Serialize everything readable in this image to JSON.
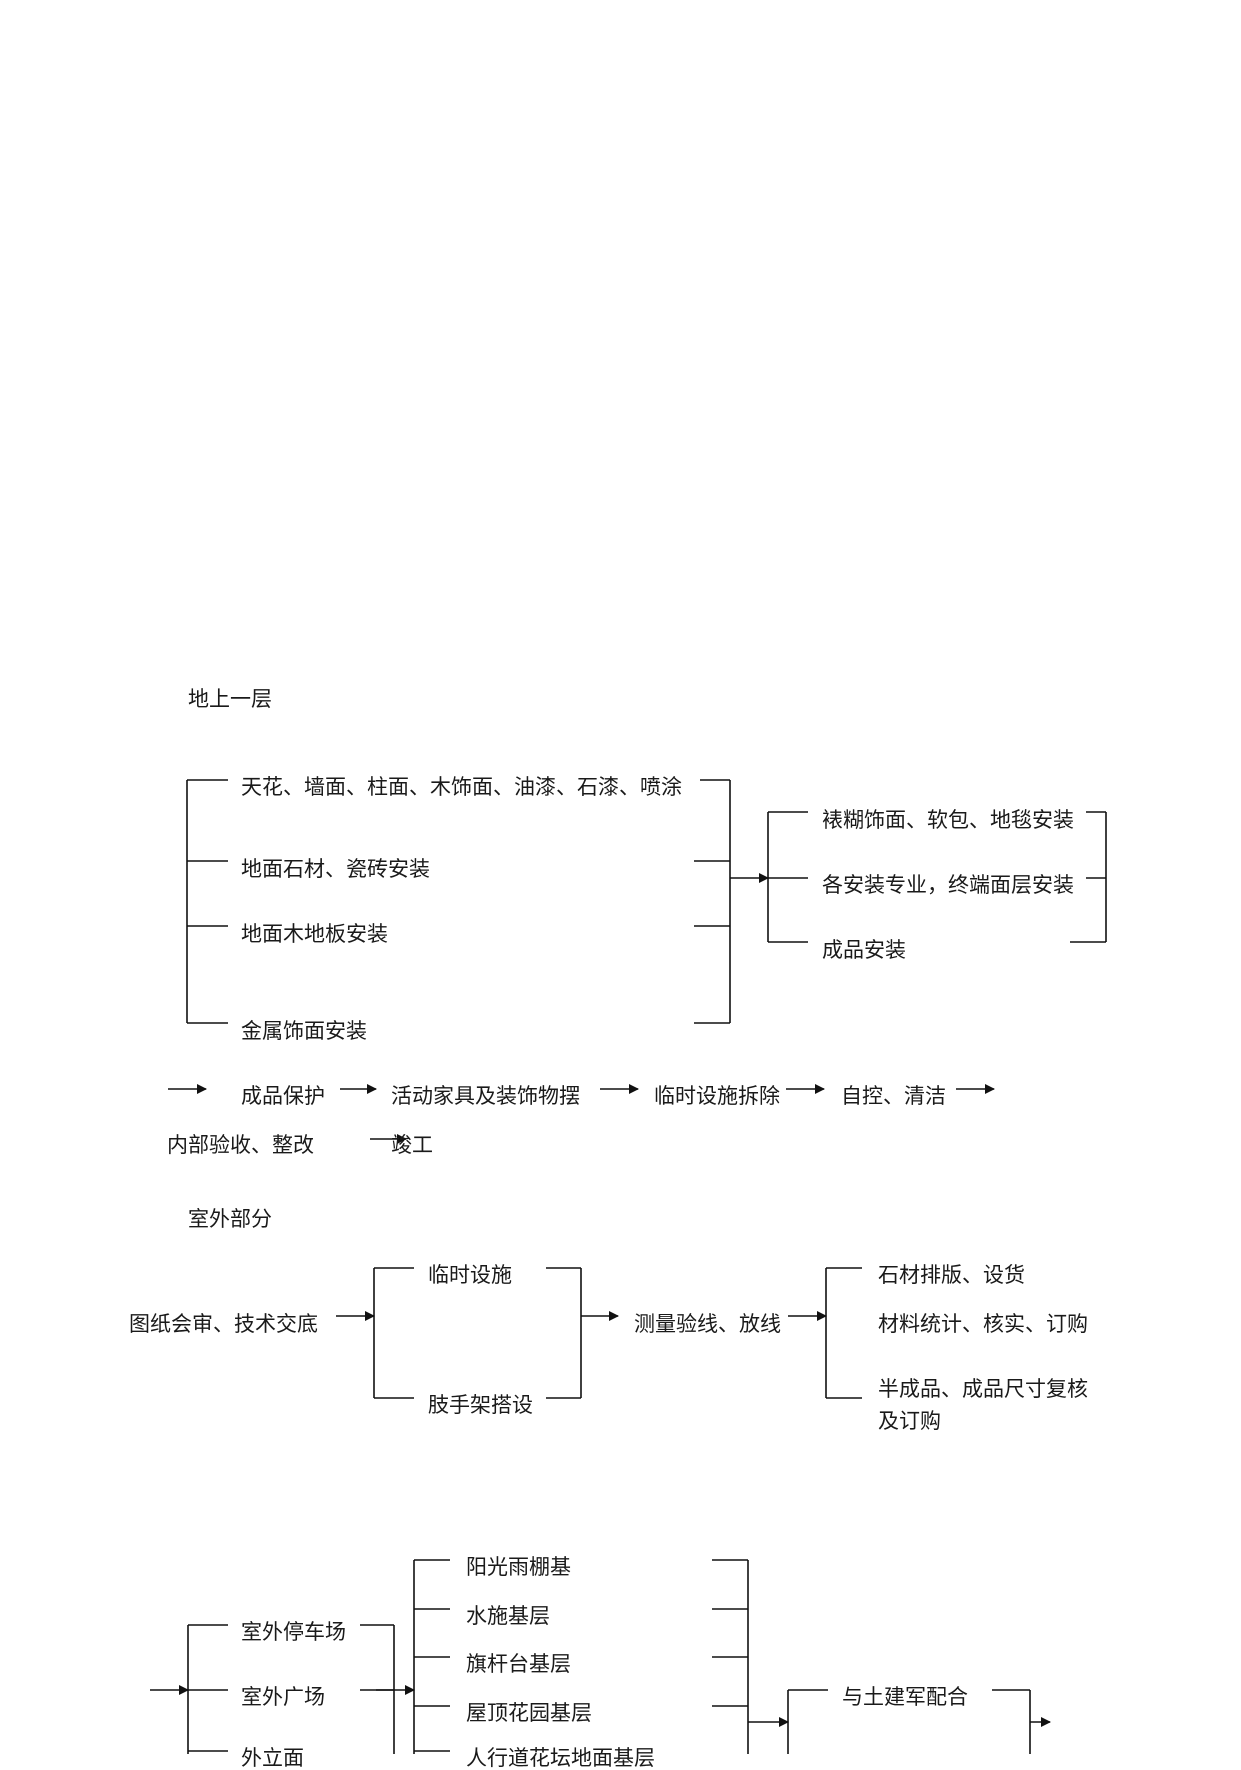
{
  "section_1": {
    "heading": "地上一层",
    "group_a": [
      "天花、墙面、柱面、木饰面、油漆、石漆、喷涂",
      "地面石材、瓷砖安装",
      "地面木地板安装",
      "金属饰面安装"
    ],
    "group_b": [
      "裱糊饰面、软包、地毯安装",
      "各安装专业，终端面层安装",
      "成品安装"
    ],
    "flow_row_1": [
      "成品保护",
      "活动家具及装饰物摆",
      "临时设施拆除",
      "自控、清洁"
    ],
    "flow_row_2": [
      "内部验收、整改",
      "竣工"
    ]
  },
  "section_2": {
    "heading": "室外部分",
    "start": "图纸会审、技术交底",
    "group_a": [
      "临时设施",
      "肢手架搭设"
    ],
    "middle": "测量验线、放线",
    "group_b": [
      "石材排版、设货",
      "材料统计、核实、订购",
      "半成品、成品尺寸复核及订购"
    ]
  },
  "section_3": {
    "group_a": [
      "室外停车场",
      "室外广场",
      "外立面"
    ],
    "group_b": [
      "阳光雨棚基",
      "水施基层",
      "旗杆台基层",
      "屋顶花园基层",
      "人行道花坛地面基层"
    ],
    "group_c": [
      "与土建军配合"
    ]
  }
}
